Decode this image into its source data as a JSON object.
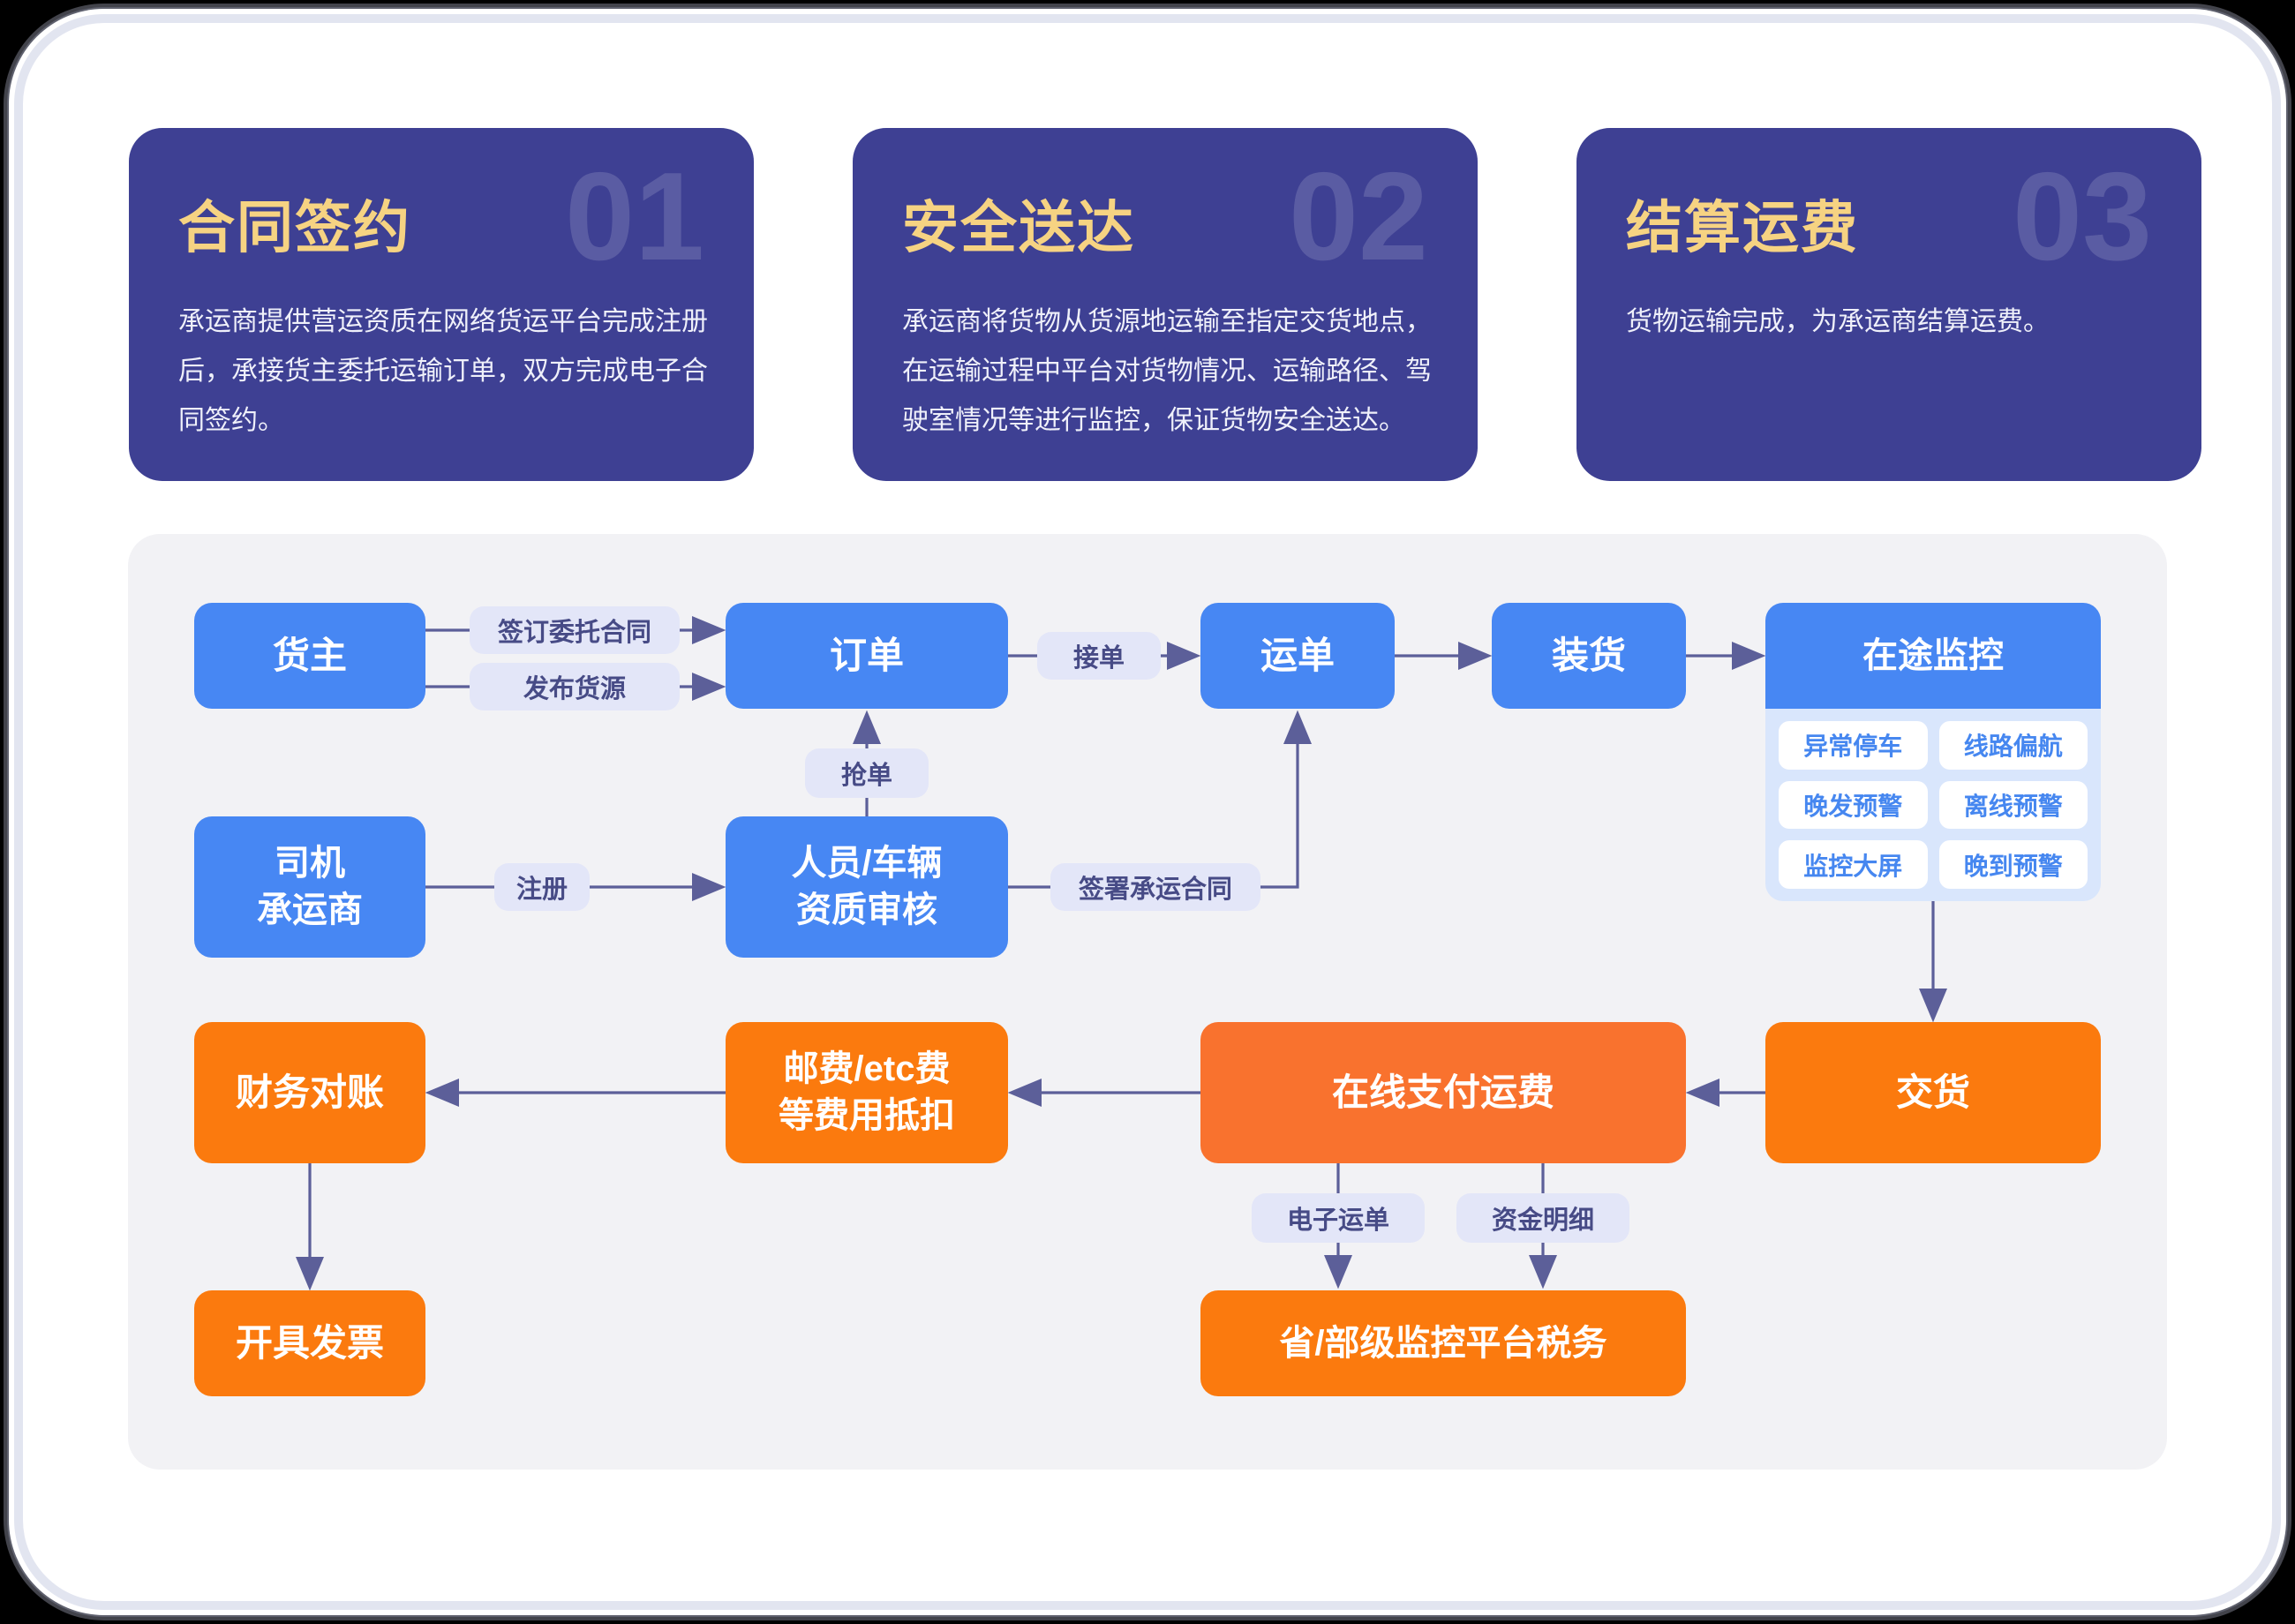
{
  "cards": [
    {
      "number": "01",
      "title": "合同签约",
      "body": "承运商提供营运资质在网络货运平台完成注册后，承接货主委托运输订单，双方完成电子合同签约。"
    },
    {
      "number": "02",
      "title": "安全送达",
      "body": "承运商将货物从货源地运输至指定交货地点，在运输过程中平台对货物情况、运输路径、驾驶室情况等进行监控，保证货物安全送达。"
    },
    {
      "number": "03",
      "title": "结算运费",
      "body": "货物运输完成，为承运商结算运费。"
    }
  ],
  "flow": {
    "nodes": {
      "shipper": "货主",
      "order": "订单",
      "waybill": "运单",
      "loading": "装货",
      "monitor": "在途监控",
      "driver_lines": [
        "司机",
        "承运商"
      ],
      "qualify_lines": [
        "人员/车辆",
        "资质审核"
      ],
      "finance": "财务对账",
      "fees_lines": [
        "邮费/etc费",
        "等费用抵扣"
      ],
      "pay": "在线支付运费",
      "delivery": "交货",
      "invoice": "开具发票",
      "tax": "省/部级监控平台税务"
    },
    "labels": {
      "sign_contract": "签订委托合同",
      "publish_goods": "发布货源",
      "accept_order": "接单",
      "grab_order": "抢单",
      "register": "注册",
      "sign_carriage": "签署承运合同",
      "e_waybill": "电子运单",
      "fund_detail": "资金明细"
    },
    "monitor_items": [
      "异常停车",
      "线路偏航",
      "晚发预警",
      "离线预警",
      "监控大屏",
      "晚到预警"
    ]
  },
  "colors": {
    "card_bg": "#3E4093",
    "card_title": "#F6D382",
    "blue": "#4787F3",
    "orange": "#FB7A0E",
    "orange_light": "#F9722E",
    "chip_bg": "#E3E6F8",
    "chip_text": "#474B86",
    "monitor_panel": "#D9E6FC",
    "monitor_chip_text": "#4687F0",
    "arrow": "#5C5F99",
    "panel_bg": "#F2F2F5"
  }
}
